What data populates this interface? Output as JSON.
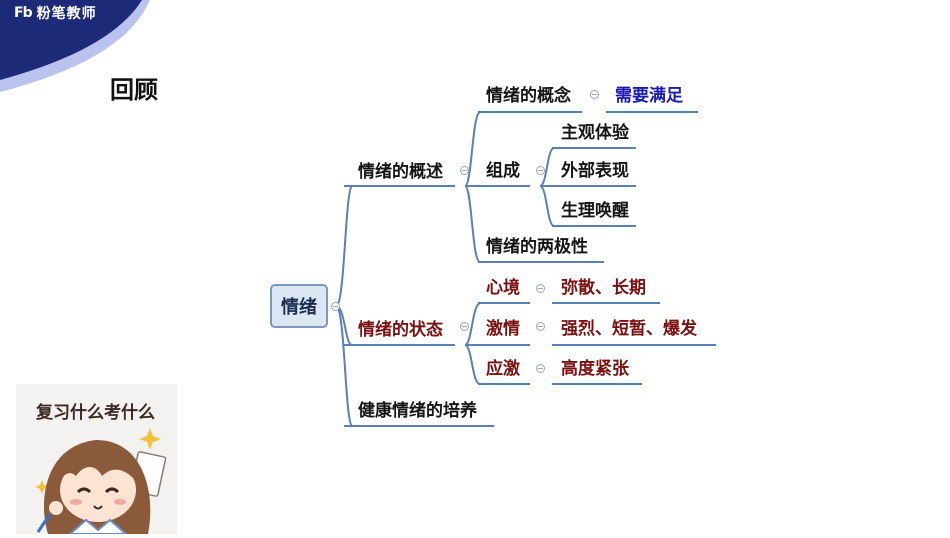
{
  "brand": {
    "logo_mark": "Fb",
    "name": "粉笔教师"
  },
  "page_title": "回顾",
  "mindmap": {
    "root": "情绪",
    "overview": {
      "label": "情绪的概述",
      "concept": {
        "label": "情绪的概念",
        "note": "需要满足"
      },
      "components": {
        "label": "组成",
        "items": [
          "主观体验",
          "外部表现",
          "生理唤醒"
        ]
      },
      "polarity": "情绪的两极性"
    },
    "states": {
      "label": "情绪的状态",
      "items": [
        {
          "label": "心境",
          "note": "弥散、长期"
        },
        {
          "label": "激情",
          "note": "强烈、短暂、爆发"
        },
        {
          "label": "应激",
          "note": "高度紧张"
        }
      ]
    },
    "healthy": "健康情绪的培养"
  },
  "sticker": {
    "caption": "复习什么考什么"
  },
  "colors": {
    "brand_navy": "#1c2a78",
    "line_blue": "#5a7fb5",
    "state_red": "#7a1010",
    "note_blue": "#1a1ab0"
  }
}
